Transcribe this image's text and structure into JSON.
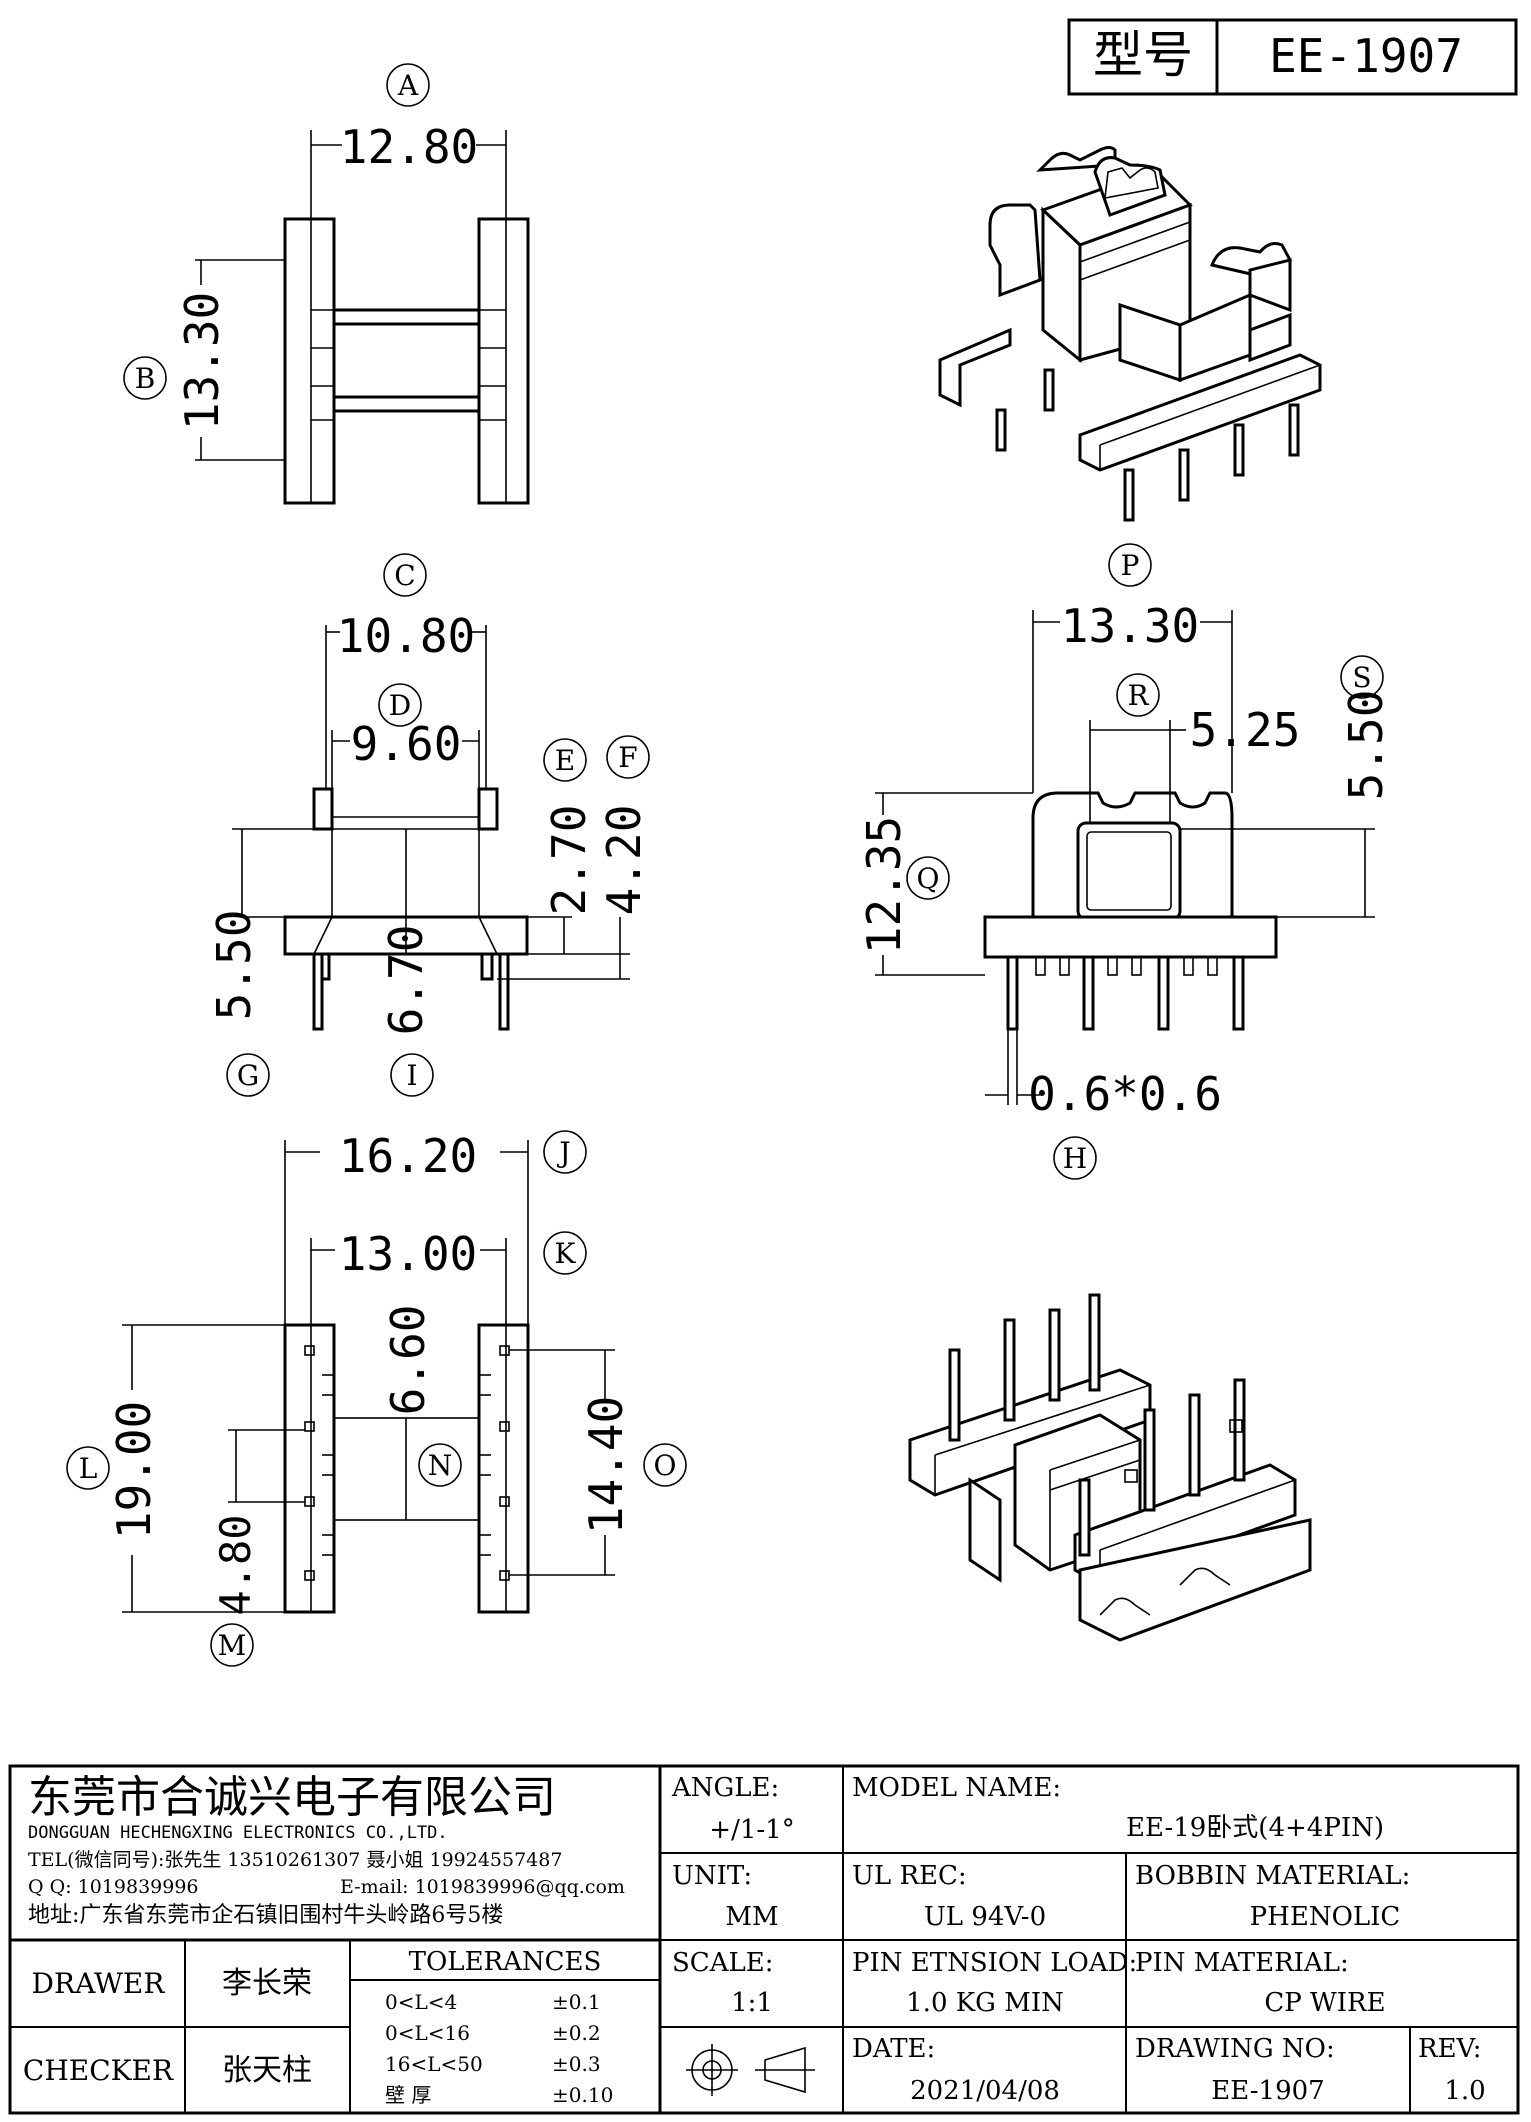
{
  "header": {
    "type_label": "型号",
    "part_number": "EE-1907"
  },
  "markers": {
    "A": "A",
    "B": "B",
    "C": "C",
    "D": "D",
    "E": "E",
    "F": "F",
    "G": "G",
    "H": "H",
    "I": "I",
    "J": "J",
    "K": "K",
    "L": "L",
    "M": "M",
    "N": "N",
    "O": "O",
    "P": "P",
    "Q": "Q",
    "R": "R",
    "S": "S"
  },
  "dimensions": {
    "A": "12.80",
    "B": "13.30",
    "C": "10.80",
    "D": "9.60",
    "E": "2.70",
    "F": "4.20",
    "G": "5.50",
    "I": "6.70",
    "P": "13.30",
    "R": "5.25",
    "S": "5.50",
    "Q": "12.35",
    "H": "0.6*0.6",
    "J": "16.20",
    "K": "13.00",
    "N": "6.60",
    "L": "19.00",
    "M": "4.80",
    "O": "14.40"
  },
  "company": {
    "name_cn": "东莞市合诚兴电子有限公司",
    "name_en": "DONGGUAN HECHENGXING ELECTRONICS CO.,LTD.",
    "tel": "TEL(微信同号):张先生 13510261307 聂小姐 19924557487",
    "qq": "Q Q: 1019839996",
    "email": "E-mail: 1019839996@qq.com",
    "address": "地址:广东省东莞市企石镇旧围村牛头岭路6号5楼"
  },
  "title_block": {
    "angle_label": "ANGLE:",
    "angle_value": "+/1-1°",
    "model_name_label": "MODEL NAME:",
    "model_name_value": "EE-19卧式(4+4PIN)",
    "unit_label": "UNIT:",
    "unit_value": "MM",
    "ul_rec_label": "UL REC:",
    "ul_rec_value": "UL 94V-0",
    "bobbin_material_label": "BOBBIN MATERIAL:",
    "bobbin_material_value": "PHENOLIC",
    "scale_label": "SCALE:",
    "scale_value": "1:1",
    "pin_extension_label": "PIN ETNSION LOAD:",
    "pin_extension_value": "1.0 KG MIN",
    "pin_material_label": "PIN MATERIAL:",
    "pin_material_value": "CP WIRE",
    "date_label": "DATE:",
    "date_value": "2021/04/08",
    "drawing_no_label": "DRAWING NO:",
    "drawing_no_value": "EE-1907",
    "rev_label": "REV:",
    "rev_value": "1.0",
    "drawer_label": "DRAWER",
    "drawer_name": "李长荣",
    "checker_label": "CHECKER",
    "checker_name": "张天柱",
    "tolerances_title": "TOLERANCES",
    "tolerances": [
      {
        "range": "0<L<4",
        "value": "±0.1"
      },
      {
        "range": "0<L<16",
        "value": "±0.2"
      },
      {
        "range": "16<L<50",
        "value": "±0.3"
      },
      {
        "range": "壁    厚",
        "value": "±0.10"
      }
    ]
  }
}
